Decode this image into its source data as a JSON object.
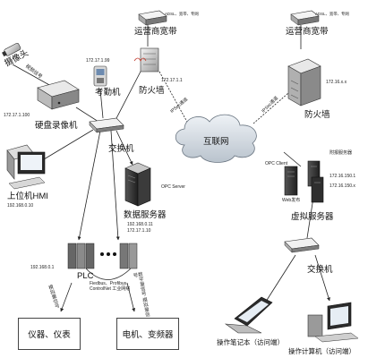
{
  "labels": {
    "camera": "摄像头",
    "camera_video": "视频信号",
    "dvr": "硬盘录像机",
    "dvr_ip": "172.17.1.100",
    "attendance": "考勤机",
    "attendance_ip": "172.17.1.99",
    "switch_left": "交换机",
    "firewall_left": "防火墙",
    "firewall_left_ip": "172.17.1.1",
    "isp_left": "运营商宽带",
    "isp_left_tags": "ADSL、宽带、专网",
    "isp_right": "运营商宽带",
    "isp_right_tags": "ADSL、宽带、专网",
    "firewall_right": "防火墙",
    "firewall_right_ip": "172.16.x.x",
    "ipsec_left": "IPSec通道",
    "ipsec_right": "IPSec通道",
    "internet": "互联网",
    "hmi": "上位机HMI",
    "hmi_ip": "192.168.0.10",
    "opc_server": "OPC Server",
    "data_server": "数据服务器",
    "data_server_ip1": "192.168.0.11",
    "data_server_ip2": "172.17.1.10",
    "opc_client": "OPC Client",
    "attach_server": "附报服务器",
    "vserver_ip1": "172.16.150.1",
    "vserver_ip2": "172.16.150.x",
    "web_release": "Web发布",
    "virtual_server": "虚拟服务器",
    "switch_right": "交换机",
    "plc": "PLC",
    "plc_ip": "192.168.0.1",
    "fieldbus": "Fiedbus、Profibus、ControlNet 工业网络",
    "instrument_signal": "模拟量信号",
    "motor_signal": "数字量信号 模拟量信号",
    "instruments": "仪器、仪表",
    "motors": "电机、变频器",
    "laptop": "操作笔记本（访问端）",
    "desktop": "操作计算机（访问端）"
  }
}
